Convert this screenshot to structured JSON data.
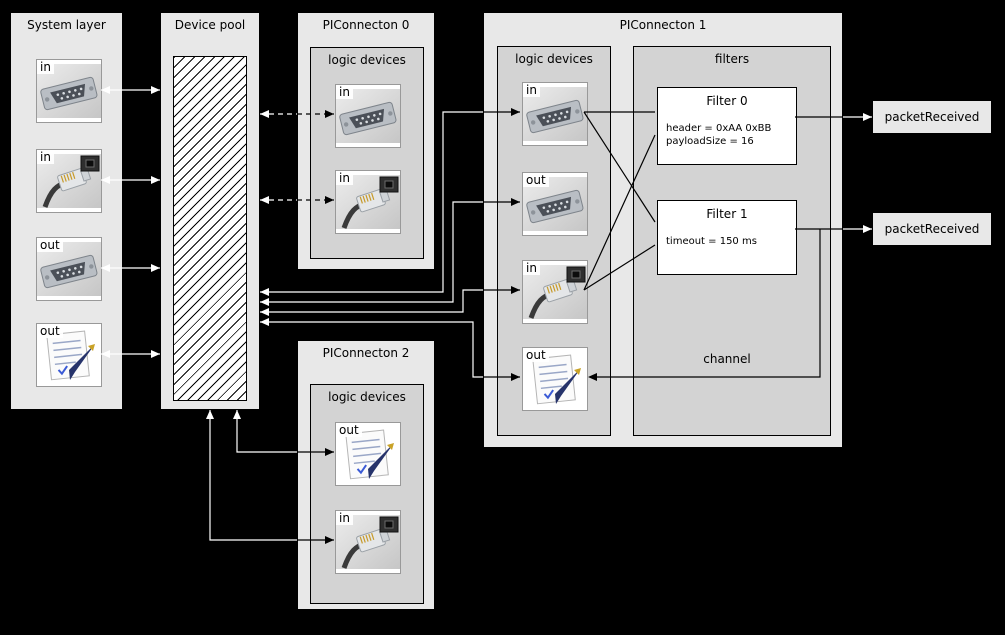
{
  "system_layer": {
    "title": "System layer",
    "devices": [
      {
        "label": "in",
        "icon": "serial-port"
      },
      {
        "label": "in",
        "icon": "ethernet"
      },
      {
        "label": "out",
        "icon": "serial-port"
      },
      {
        "label": "out",
        "icon": "document"
      }
    ]
  },
  "device_pool": {
    "title": "Device pool"
  },
  "piconnecton_0": {
    "title": "PIConnecton 0",
    "group_title": "logic devices",
    "devices": [
      {
        "label": "in",
        "icon": "serial-port"
      },
      {
        "label": "in",
        "icon": "ethernet"
      }
    ]
  },
  "piconnecton_1": {
    "title": "PIConnecton 1",
    "group_title": "logic devices",
    "filters_title": "filters",
    "devices": [
      {
        "label": "in",
        "icon": "serial-port"
      },
      {
        "label": "out",
        "icon": "serial-port"
      },
      {
        "label": "in",
        "icon": "ethernet"
      },
      {
        "label": "out",
        "icon": "document"
      }
    ],
    "filters": [
      {
        "title": "Filter 0",
        "params": [
          "header = 0xAA 0xBB",
          "payloadSize = 16"
        ]
      },
      {
        "title": "Filter 1",
        "params": [
          "timeout = 150 ms"
        ]
      }
    ],
    "channel_label": "channel"
  },
  "piconnecton_2": {
    "title": "PIConnecton 2",
    "group_title": "logic devices",
    "devices": [
      {
        "label": "out",
        "icon": "document"
      },
      {
        "label": "in",
        "icon": "ethernet"
      }
    ]
  },
  "events": [
    {
      "label": "packetReceived"
    },
    {
      "label": "packetReceived"
    }
  ],
  "colors": {
    "background": "#000000",
    "panel": "#e8e8e8",
    "group": "#d3d3d3",
    "wire_on_dark": "#ffffff",
    "wire_on_light": "#000000"
  }
}
